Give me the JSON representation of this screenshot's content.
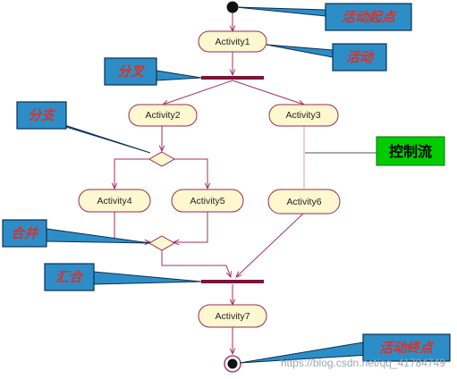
{
  "activities": {
    "a1": "Activity1",
    "a2": "Activity2",
    "a3": "Activity3",
    "a4": "Activity4",
    "a5": "Activity5",
    "a6": "Activity6",
    "a7": "Activity7"
  },
  "callouts": {
    "start": "活动起点",
    "activity": "活动",
    "fork": "分叉",
    "branch": "分支",
    "merge": "合并",
    "join": "汇合",
    "end": "活动终点"
  },
  "control_flow_label": "控制流",
  "watermark": "https://blog.csdn.net/qq_41784749",
  "colors": {
    "activity_fill": "#fdf8cf",
    "activity_stroke": "#9b2a52",
    "flow_line": "#a23262",
    "bar": "#7b1436",
    "callout_fill": "#2d8ec7",
    "callout_stroke": "#0b2f55",
    "callout_text": "#d8322a",
    "control_box_fill": "#00cc00"
  }
}
